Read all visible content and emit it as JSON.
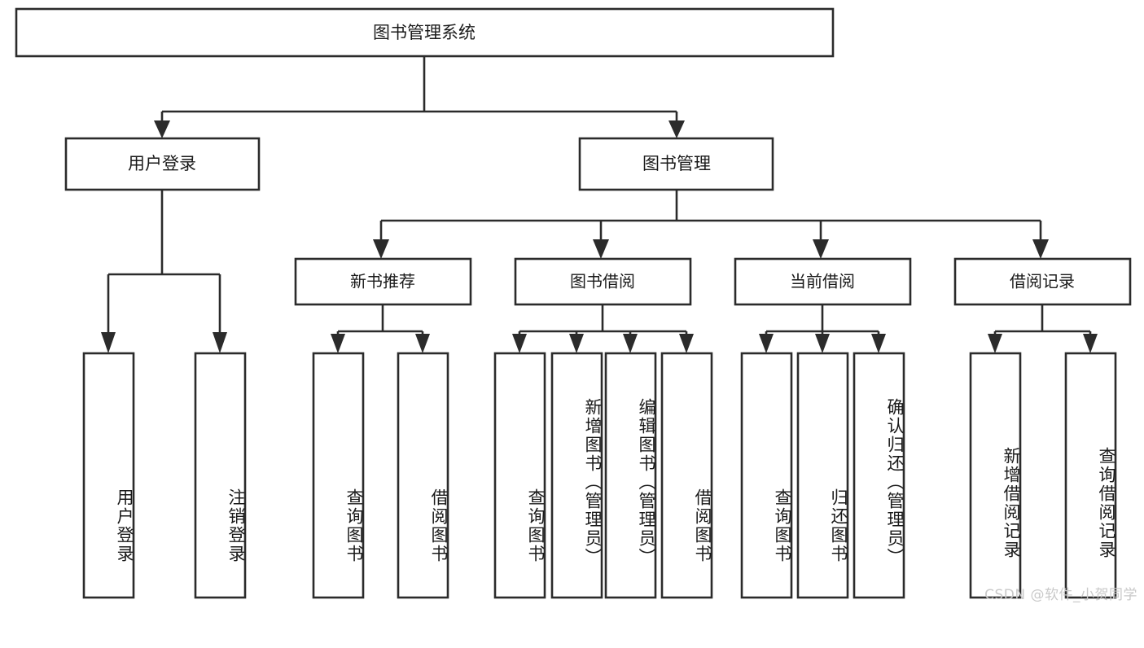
{
  "diagram": {
    "title": "图书管理系统",
    "type": "tree",
    "watermark": "CSDN @软件_小贺同学",
    "colors": {
      "border": "#2b2b2b",
      "fill": "#ffffff",
      "text": "#1a1a1a",
      "watermark": "#c9c9c9",
      "background": "#ffffff"
    },
    "levels": {
      "root": {
        "label": "图书管理系统"
      },
      "level2": [
        {
          "label": "用户登录"
        },
        {
          "label": "图书管理"
        }
      ],
      "level3": [
        {
          "label": "新书推荐"
        },
        {
          "label": "图书借阅"
        },
        {
          "label": "当前借阅"
        },
        {
          "label": "借阅记录"
        }
      ]
    },
    "groups": [
      {
        "parent": "用户登录",
        "leaves": [
          {
            "label": "用户登录"
          },
          {
            "label": "注销登录"
          }
        ]
      },
      {
        "parent": "新书推荐",
        "leaves": [
          {
            "label": "查询图书"
          },
          {
            "label": "借阅图书"
          }
        ]
      },
      {
        "parent": "图书借阅",
        "leaves": [
          {
            "label": "查询图书"
          },
          {
            "label": "新增图书（管理员）"
          },
          {
            "label": "编辑图书（管理员）"
          },
          {
            "label": "借阅图书"
          }
        ]
      },
      {
        "parent": "当前借阅",
        "leaves": [
          {
            "label": "查询图书"
          },
          {
            "label": "归还图书"
          },
          {
            "label": "确认归还（管理员）"
          }
        ]
      },
      {
        "parent": "借阅记录",
        "leaves": [
          {
            "label": "新增借阅记录"
          },
          {
            "label": "查询借阅记录"
          }
        ]
      }
    ]
  },
  "leaf_labels": {
    "g1_0": "用户登录",
    "g1_1": "注销登录",
    "g2_0": "查询图书",
    "g2_1": "借阅图书",
    "g3_0": "查询图书",
    "g3_1": "新增图书（管理员）",
    "g3_2": "编辑图书（管理员）",
    "g3_3": "借阅图书",
    "g4_0": "查询图书",
    "g4_1": "归还图书",
    "g4_2": "确认归还（管理员）",
    "g5_0": "新增借阅记录",
    "g5_1": "查询借阅记录"
  }
}
